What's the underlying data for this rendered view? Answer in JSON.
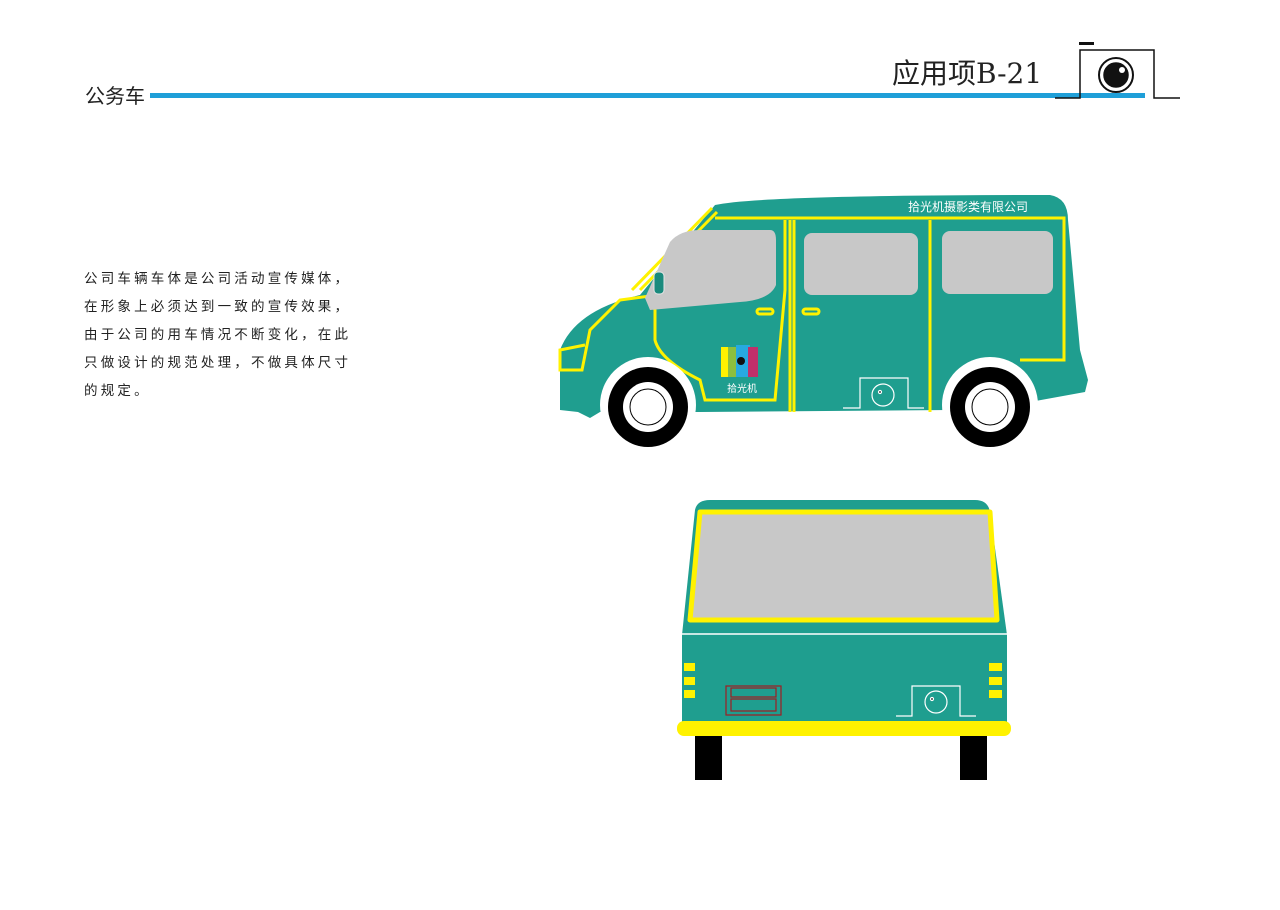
{
  "header": {
    "section_title": "公务车",
    "page_code": "应用项B-21"
  },
  "description": [
    "公司车辆车体是公司活动宣传媒体，",
    "在形象上必须达到一致的宣传效果，",
    "由于公司的用车情况不断变化，在此",
    "只做设计的规范处理，不做具体尺寸",
    "的规定。"
  ],
  "vehicle": {
    "company_name": "拾光机摄影类有限公司",
    "door_logo_text": "拾光机",
    "icons": [
      "camera-logo-icon"
    ]
  },
  "colors": {
    "body": "#1f9e8f",
    "trim": "#fff200",
    "window": "#c8c8c8",
    "accent_rule": "#1f9fd8"
  }
}
